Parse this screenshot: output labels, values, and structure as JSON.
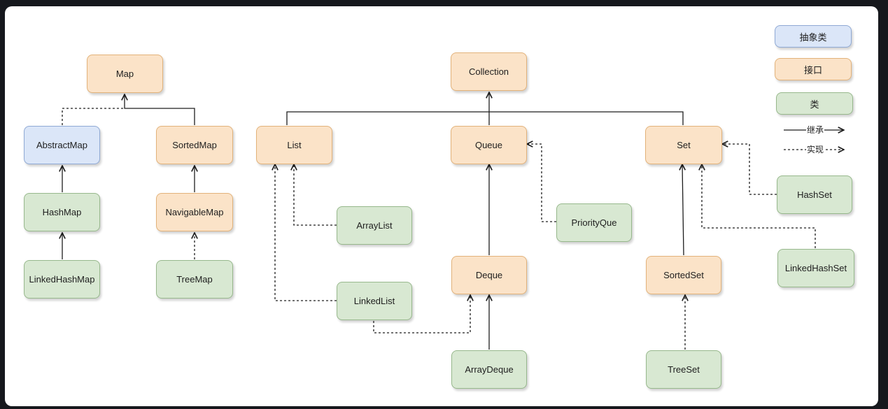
{
  "legend": {
    "abstract_class": "抽象类",
    "interface": "接口",
    "class": "类",
    "inherit": "继承",
    "implement": "实现"
  },
  "nodes": {
    "map": "Map",
    "abstract_map": "AbstractMap",
    "sorted_map": "SortedMap",
    "hash_map": "HashMap",
    "navigable_map": "NavigableMap",
    "linked_hash_map": "LinkedHashMap",
    "tree_map": "TreeMap",
    "collection": "Collection",
    "list": "List",
    "queue": "Queue",
    "set": "Set",
    "array_list": "ArrayList",
    "linked_list": "LinkedList",
    "priority_queue": "PriorityQue",
    "deque": "Deque",
    "array_deque": "ArrayDeque",
    "hash_set": "HashSet",
    "linked_hash_set": "LinkedHashSet",
    "sorted_set": "SortedSet",
    "tree_set": "TreeSet"
  },
  "colors": {
    "interface_fill": "#fbe3c8",
    "abstract_fill": "#dbe6f8",
    "class_fill": "#d8e8d2",
    "line": "#1e1e1e"
  }
}
